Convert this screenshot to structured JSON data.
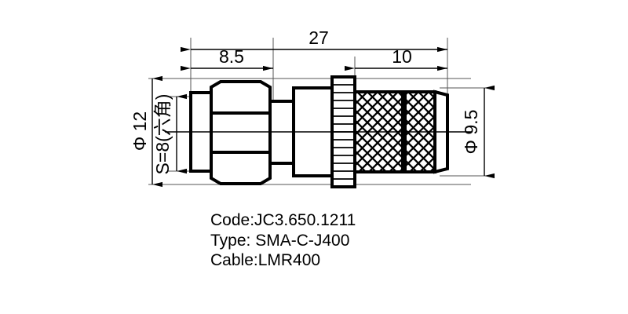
{
  "drawing": {
    "title": "SMA-C-J400 coaxial connector outline drawing",
    "view": "side elevation, half-section centerline",
    "units": "mm",
    "line_color": "#000000",
    "thin_line_color": "#444444",
    "background": "#ffffff"
  },
  "dimensions": {
    "overall_length": {
      "label": "27",
      "name": "overall-length",
      "orientation": "horizontal",
      "value": 27
    },
    "plug_length": {
      "label": "8.5",
      "name": "plug-length",
      "orientation": "horizontal",
      "value": 8.5
    },
    "crimp_length": {
      "label": "10",
      "name": "crimp-length",
      "orientation": "horizontal",
      "value": 10
    },
    "outer_diameter": {
      "label": "Φ 12",
      "name": "outer-diameter",
      "orientation": "vertical",
      "value": 12
    },
    "hex_across_flats": {
      "label": "S=8(六角)",
      "name": "hex-across-flats",
      "orientation": "vertical",
      "value": 8
    },
    "body_diameter": {
      "label": "Φ 9.5",
      "name": "body-diameter",
      "orientation": "vertical",
      "value": 9.5
    }
  },
  "parts": [
    {
      "name": "threaded-coupling-block",
      "description": "left rectangular threaded interface block"
    },
    {
      "name": "hex-nut",
      "description": "hexagonal wrench flats, S=8"
    },
    {
      "name": "neck",
      "description": "narrow cylindrical neck"
    },
    {
      "name": "body-barrel",
      "description": "main body barrel"
    },
    {
      "name": "ribbed-coupling-nut",
      "description": "horizontally ribbed coupling nut"
    },
    {
      "name": "knurled-ferrule-long",
      "description": "long diamond-knurled crimp ferrule"
    },
    {
      "name": "knurled-ferrule-short",
      "description": "short diamond-knurled crimp ferrule"
    },
    {
      "name": "tapered-cable-entry",
      "description": "tapered cable entry end"
    }
  ],
  "labels": {
    "code": "Code:JC3.650.1211",
    "type": "Type: SMA-C-J400",
    "cable": "Cable:LMR400"
  }
}
